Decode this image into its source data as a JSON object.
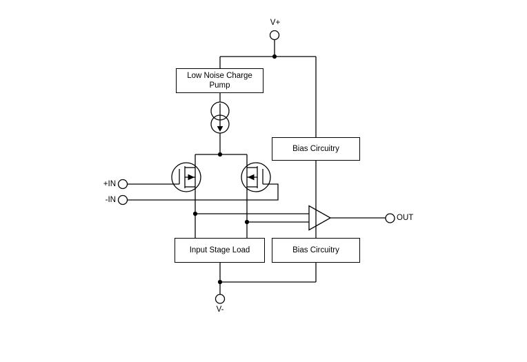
{
  "page": {
    "background": "#ffffff",
    "line_color": "#000000"
  },
  "terminals": {
    "v_plus": "V+",
    "v_minus": "V-",
    "in_plus": "+IN",
    "in_minus": "-IN",
    "out": "OUT"
  },
  "blocks": {
    "charge_pump": "Low Noise Charge Pump",
    "bias_top": "Bias Circuitry",
    "input_stage_load": "Input Stage Load",
    "bias_bottom": "Bias Circuitry"
  },
  "icons": {
    "current_source": "current-source-icon",
    "mosfet_left": "pmos-transistor-icon",
    "mosfet_right": "pmos-transistor-icon",
    "amplifier": "amplifier-triangle-icon",
    "terminal": "terminal-circle-icon"
  }
}
